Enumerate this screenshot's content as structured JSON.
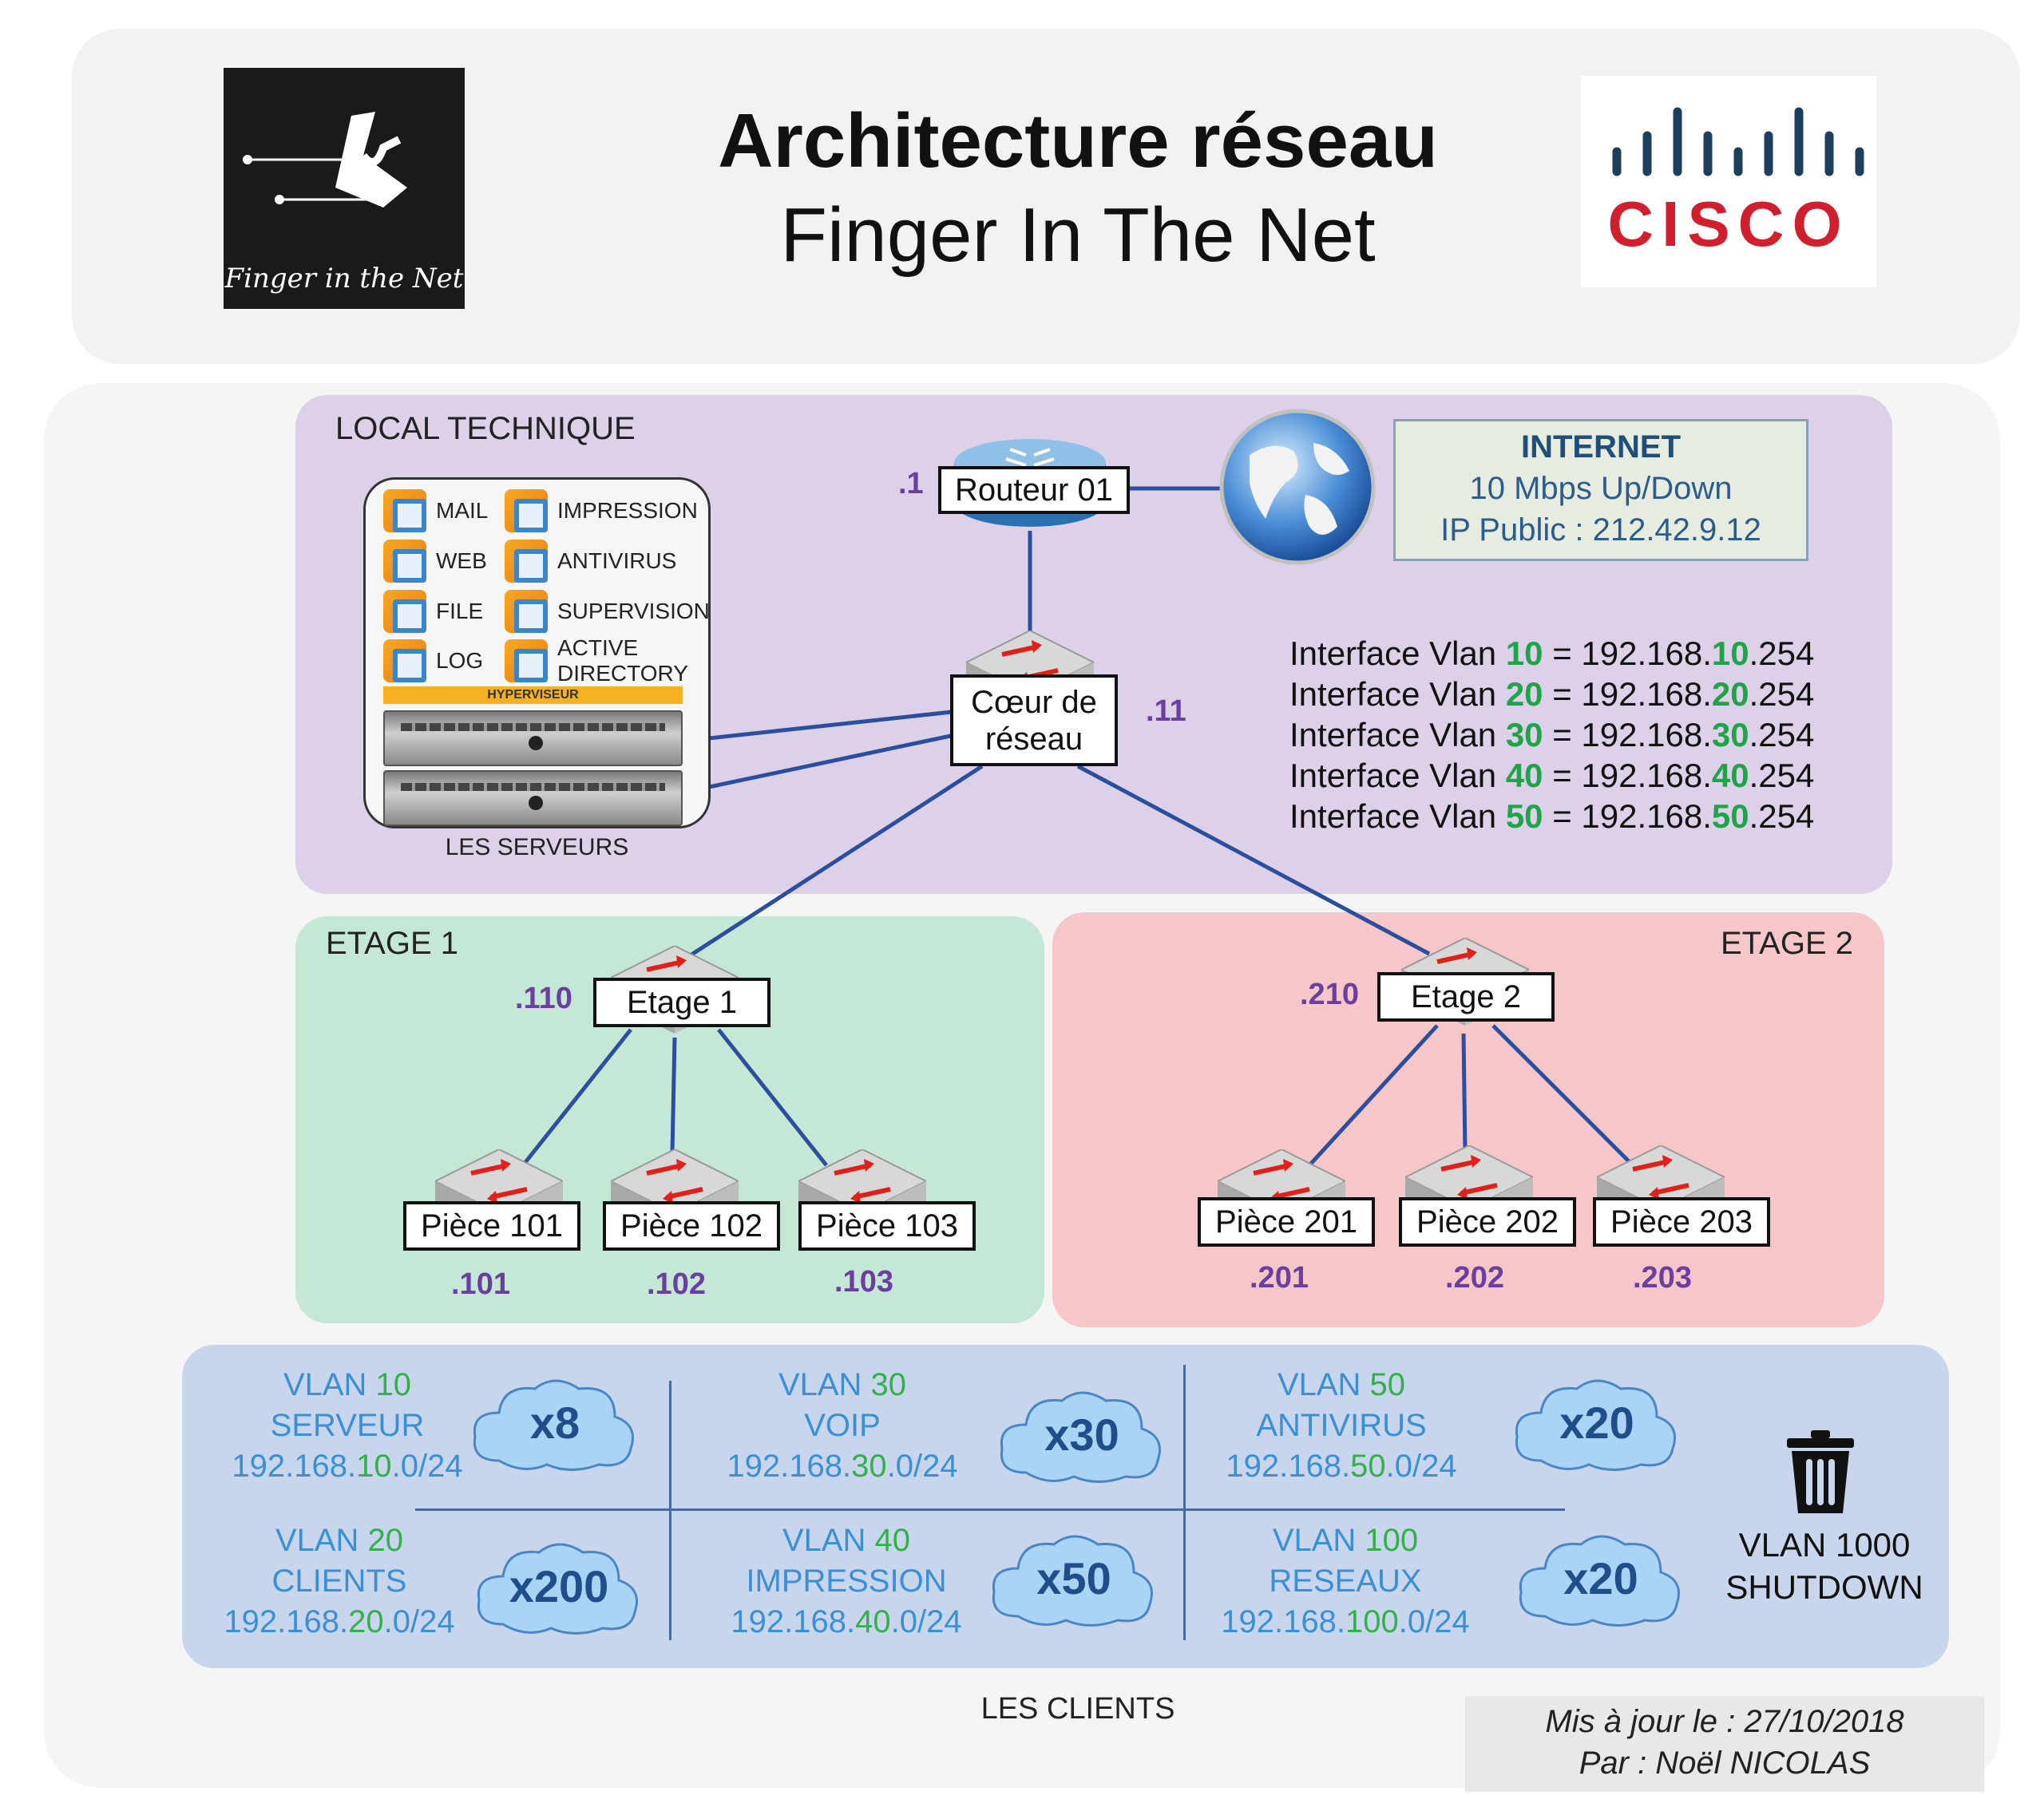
{
  "header": {
    "title": "Architecture réseau",
    "subtitle": "Finger In The Net",
    "logo_left_text": "Finger in the Net",
    "logo_right_text": "CISCO"
  },
  "local_technique": {
    "label": "LOCAL TECHNIQUE",
    "services": [
      "MAIL",
      "IMPRESSION",
      "WEB",
      "ANTIVIRUS",
      "FILE",
      "SUPERVISION",
      "LOG",
      "ACTIVE DIRECTORY"
    ],
    "hyperviseur_label": "HYPERVISEUR",
    "servers_caption": "LES SERVEURS"
  },
  "router": {
    "label": "Routeur 01",
    "ip": ".1"
  },
  "core": {
    "label_line1": "Cœur de",
    "label_line2": "réseau",
    "ip": ".11"
  },
  "internet": {
    "title": "INTERNET",
    "line1": "10 Mbps Up/Down",
    "line2": "IP Public : 212.42.9.12"
  },
  "interfaces": [
    {
      "prefix": "Interface Vlan ",
      "vlan": "10",
      "mid": " = 192.168.",
      "net": "10",
      "suffix": ".254"
    },
    {
      "prefix": "Interface Vlan ",
      "vlan": "20",
      "mid": " = 192.168.",
      "net": "20",
      "suffix": ".254"
    },
    {
      "prefix": "Interface Vlan ",
      "vlan": "30",
      "mid": " = 192.168.",
      "net": "30",
      "suffix": ".254"
    },
    {
      "prefix": "Interface Vlan ",
      "vlan": "40",
      "mid": " = 192.168.",
      "net": "40",
      "suffix": ".254"
    },
    {
      "prefix": "Interface Vlan ",
      "vlan": "50",
      "mid": " = 192.168.",
      "net": "50",
      "suffix": ".254"
    }
  ],
  "etage1": {
    "zone_label": "ETAGE 1",
    "switch_label": "Etage 1",
    "ip": ".110",
    "rooms": [
      {
        "label": "Pièce 101",
        "ip": ".101"
      },
      {
        "label": "Pièce 102",
        "ip": ".102"
      },
      {
        "label": "Pièce 103",
        "ip": ".103"
      }
    ]
  },
  "etage2": {
    "zone_label": "ETAGE 2",
    "switch_label": "Etage 2",
    "ip": ".210",
    "rooms": [
      {
        "label": "Pièce 201",
        "ip": ".201"
      },
      {
        "label": "Pièce 202",
        "ip": ".202"
      },
      {
        "label": "Pièce 203",
        "ip": ".203"
      }
    ]
  },
  "vlans": [
    {
      "title": "VLAN ",
      "id": "10",
      "name": "SERVEUR",
      "net_prefix": "192.168.",
      "net": "10",
      "net_suffix": ".0/24",
      "count": "x8"
    },
    {
      "title": "VLAN ",
      "id": "30",
      "name": "VOIP",
      "net_prefix": "192.168.",
      "net": "30",
      "net_suffix": ".0/24",
      "count": "x30"
    },
    {
      "title": "VLAN ",
      "id": "50",
      "name": "ANTIVIRUS",
      "net_prefix": "192.168.",
      "net": "50",
      "net_suffix": ".0/24",
      "count": "x20"
    },
    {
      "title": "VLAN ",
      "id": "20",
      "name": "CLIENTS",
      "net_prefix": "192.168.",
      "net": "20",
      "net_suffix": ".0/24",
      "count": "x200"
    },
    {
      "title": "VLAN ",
      "id": "40",
      "name": "IMPRESSION",
      "net_prefix": "192.168.",
      "net": "40",
      "net_suffix": ".0/24",
      "count": "x50"
    },
    {
      "title": "VLAN ",
      "id": "100",
      "name": "RESEAUX",
      "net_prefix": "192.168.",
      "net": "100",
      "net_suffix": ".0/24",
      "count": "x20"
    }
  ],
  "vlan1000": {
    "line1": "VLAN 1000",
    "line2": "SHUTDOWN"
  },
  "clients_caption": "LES CLIENTS",
  "footer": {
    "line1": "Mis à jour le : 27/10/2018",
    "line2": "Par : Noël NICOLAS"
  },
  "colors": {
    "vlan_accent": "#33b04a",
    "vlan_text": "#3b8fd4",
    "ip_purple": "#6b3fa0",
    "link_blue": "#2b4f9e"
  }
}
